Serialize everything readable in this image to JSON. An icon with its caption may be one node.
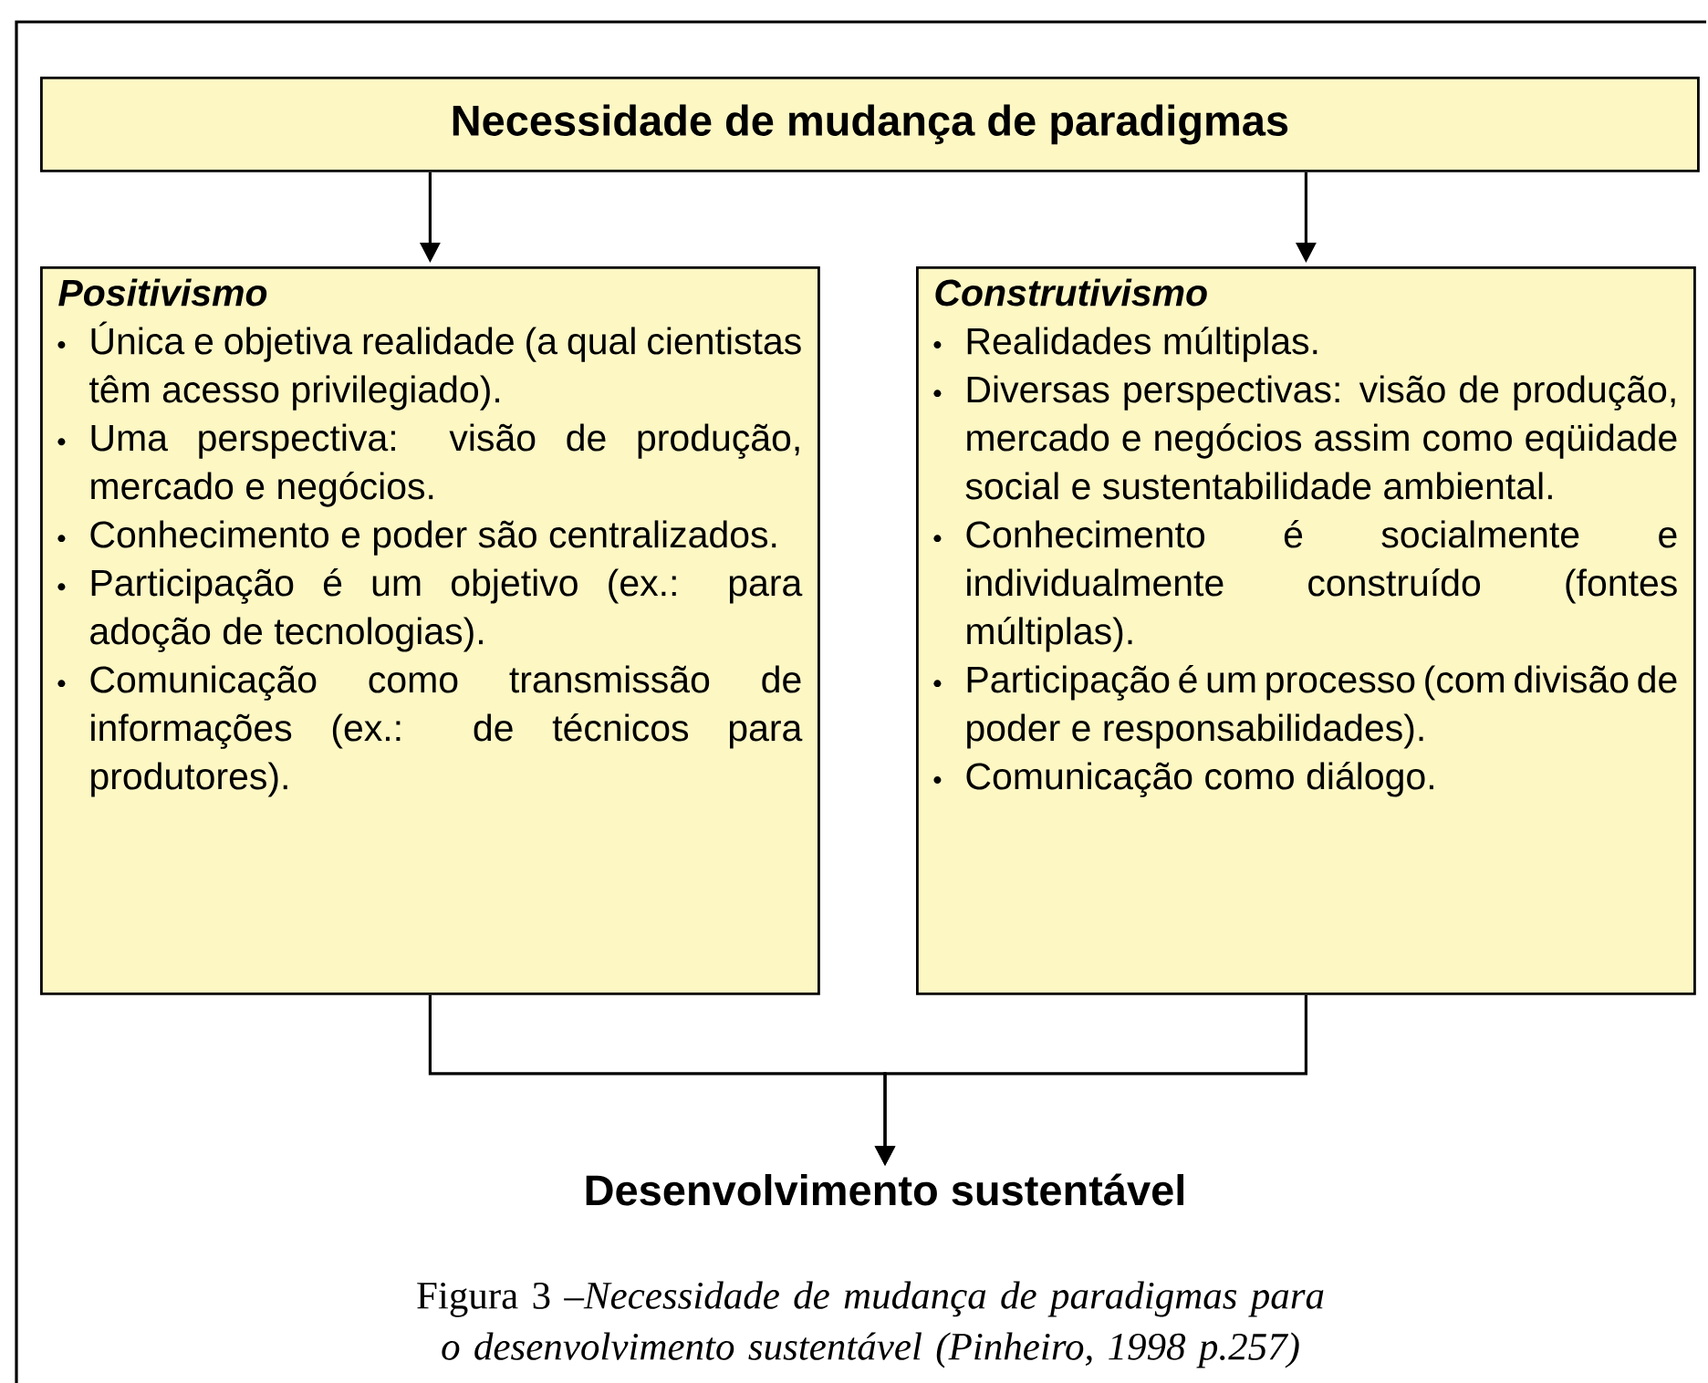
{
  "diagram": {
    "caption": "Figura 3 –*Necessidade de mudança de paradigmas para o desenvolvimento sustentável (Pinheiro,  1998 p.257)*",
    "nodes": [
      {
        "text": [
          "Necessidade de mudança de paradigmas"
        ]
      },
      {
        "text": [
          "Positivismo",
          "Única e objetiva realidade (a qual cientistas têm acesso privilegiado).",
          "Uma perspectiva: visão de produção, mercado e negócios.",
          "Conhecimento e poder são centralizados.",
          "Participação é um objetivo (ex.: para adoção de tecnologias).",
          "Comunicação como transmissão de informações (ex.: de técnicos para produtores)."
        ]
      },
      {
        "text": [
          "Construtivismo",
          "Realidades múltiplas.",
          "Diversas perspectivas: visão de produção, mercado e negócios assim como eqüidade social e sustentabilidade ambiental.",
          "Conhecimento é socialmente e individualmente construído (fontes múltiplas).",
          "Participação é um processo (com divisão de poder e responsabilidades).",
          "Comunicação como diálogo."
        ]
      },
      {
        "text": [
          "Desenvolvimento sustentável"
        ]
      }
    ],
    "edges": [
      {
        "from": 0,
        "to": 1,
        "arrow": "to"
      },
      {
        "from": 0,
        "to": 2,
        "arrow": "to"
      },
      {
        "from": 1,
        "to": 3,
        "arrow": "to"
      },
      {
        "from": 2,
        "to": 3,
        "arrow": "to"
      }
    ]
  }
}
